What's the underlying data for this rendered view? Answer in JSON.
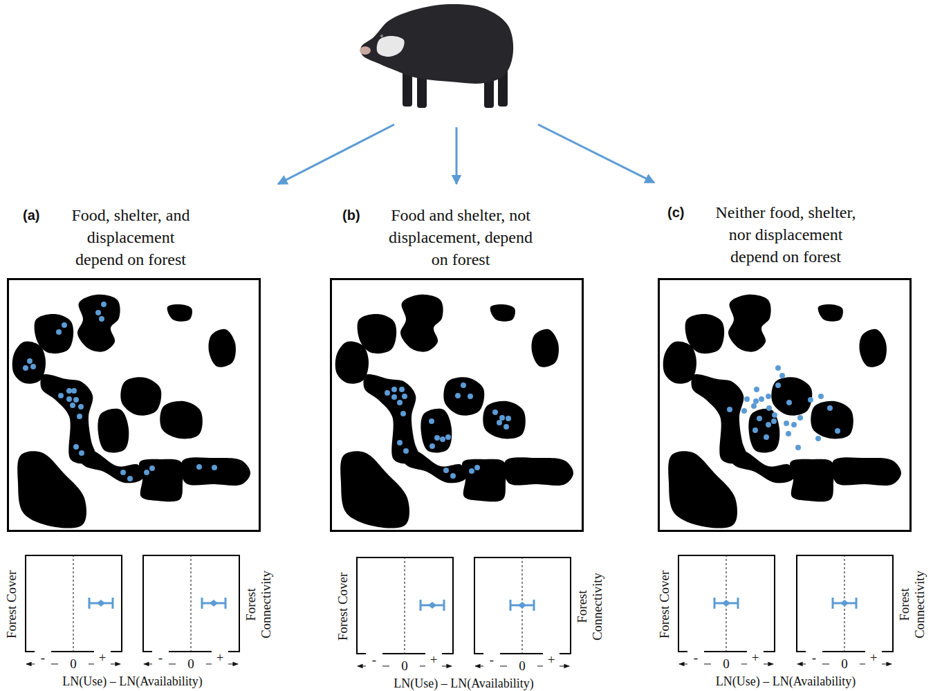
{
  "diagram": {
    "nodes": [
      {
        "text": [
          "(a)",
          "Food, shelter, and displacement depend on forest"
        ]
      },
      {
        "text": [
          "Forest Cover"
        ]
      },
      {
        "text": [
          "Forest Connectivity"
        ]
      },
      {
        "text": [
          "(b)",
          "Food and shelter, not displacement, depend on forest"
        ]
      },
      {
        "text": [
          "Forest Cover"
        ]
      },
      {
        "text": [
          "Forest Connectivity"
        ]
      },
      {
        "text": [
          "(c)",
          "Neither food, shelter, nor displacement depend on forest"
        ]
      },
      {
        "text": [
          "Forest Cover"
        ]
      },
      {
        "text": [
          "Forest Connectivity"
        ]
      }
    ],
    "labels": [
      "-",
      "0",
      "+",
      "-",
      "0",
      "+",
      "LN(Use) – LN(Availability)",
      "-",
      "0",
      "+",
      "-",
      "0",
      "+",
      "LN(Use) – LN(Availability)",
      "-",
      "0",
      "+",
      "-",
      "0",
      "+",
      "LN(Use) – LN(Availability)"
    ]
  }
}
